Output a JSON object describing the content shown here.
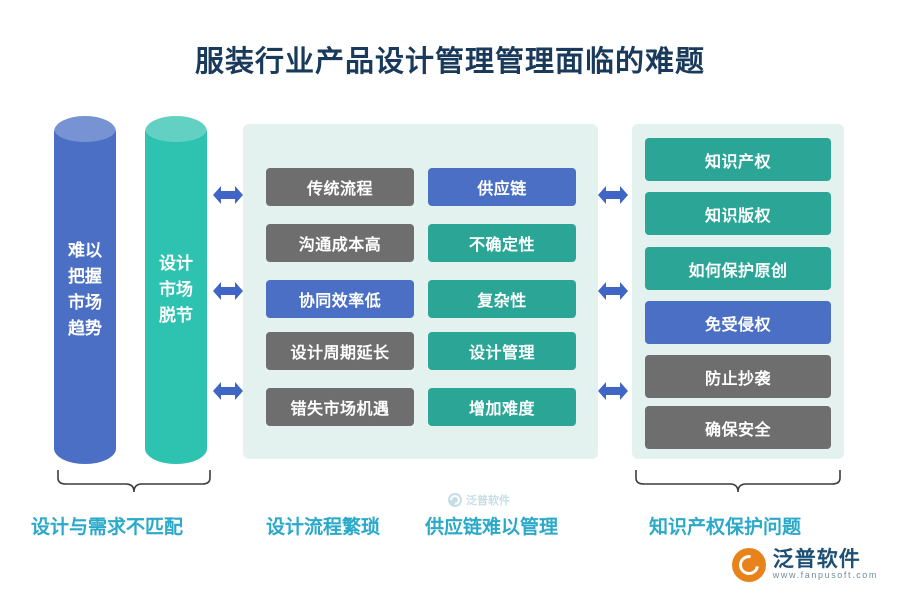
{
  "title": "服装行业产品设计管理管理面临的难题",
  "colors": {
    "blue": "#4a6fc4",
    "teal": "#2ba696",
    "gray": "#6e6e6e",
    "panel": "#e4f2ef",
    "caption": "#2aa9c9",
    "title": "#1a3a5c",
    "cyl_blue": "#4a6fc4",
    "cyl_teal": "#2ec2b0",
    "arrow": "#3f66c4",
    "brace": "#3b3b3b",
    "logo_orange": "#e8821a"
  },
  "cylinders": [
    {
      "id": "cyl-left",
      "label": "难以\n把握\n市场\n趋势",
      "color": "#4a6fc4"
    },
    {
      "id": "cyl-right",
      "label": "设计\n市场\n脱节",
      "color": "#2ec2b0"
    }
  ],
  "middle_panel": {
    "column_a": [
      {
        "label": "传统流程",
        "color": "#6e6e6e"
      },
      {
        "label": "沟通成本高",
        "color": "#6e6e6e"
      },
      {
        "label": "协同效率低",
        "color": "#4a6fc4"
      },
      {
        "label": "设计周期延长",
        "color": "#6e6e6e"
      },
      {
        "label": "错失市场机遇",
        "color": "#6e6e6e"
      }
    ],
    "column_b": [
      {
        "label": "供应链",
        "color": "#4a6fc4"
      },
      {
        "label": "不确定性",
        "color": "#2ba696"
      },
      {
        "label": "复杂性",
        "color": "#2ba696"
      },
      {
        "label": "设计管理",
        "color": "#2ba696"
      },
      {
        "label": "增加难度",
        "color": "#2ba696"
      }
    ]
  },
  "right_panel": {
    "items": [
      {
        "label": "知识产权",
        "color": "#2ba696"
      },
      {
        "label": "知识版权",
        "color": "#2ba696"
      },
      {
        "label": "如何保护原创",
        "color": "#2ba696"
      },
      {
        "label": "免受侵权",
        "color": "#4a6fc4"
      },
      {
        "label": "防止抄袭",
        "color": "#6e6e6e"
      },
      {
        "label": "确保安全",
        "color": "#6e6e6e"
      }
    ]
  },
  "captions": [
    {
      "label": "设计与需求不匹配"
    },
    {
      "label": "设计流程繁琐"
    },
    {
      "label": "供应链难以管理"
    },
    {
      "label": "知识产权保护问题"
    }
  ],
  "watermark": {
    "text": "泛普软件"
  },
  "logo": {
    "cn": "泛普软件",
    "en": "www.fanpusoft.com"
  }
}
